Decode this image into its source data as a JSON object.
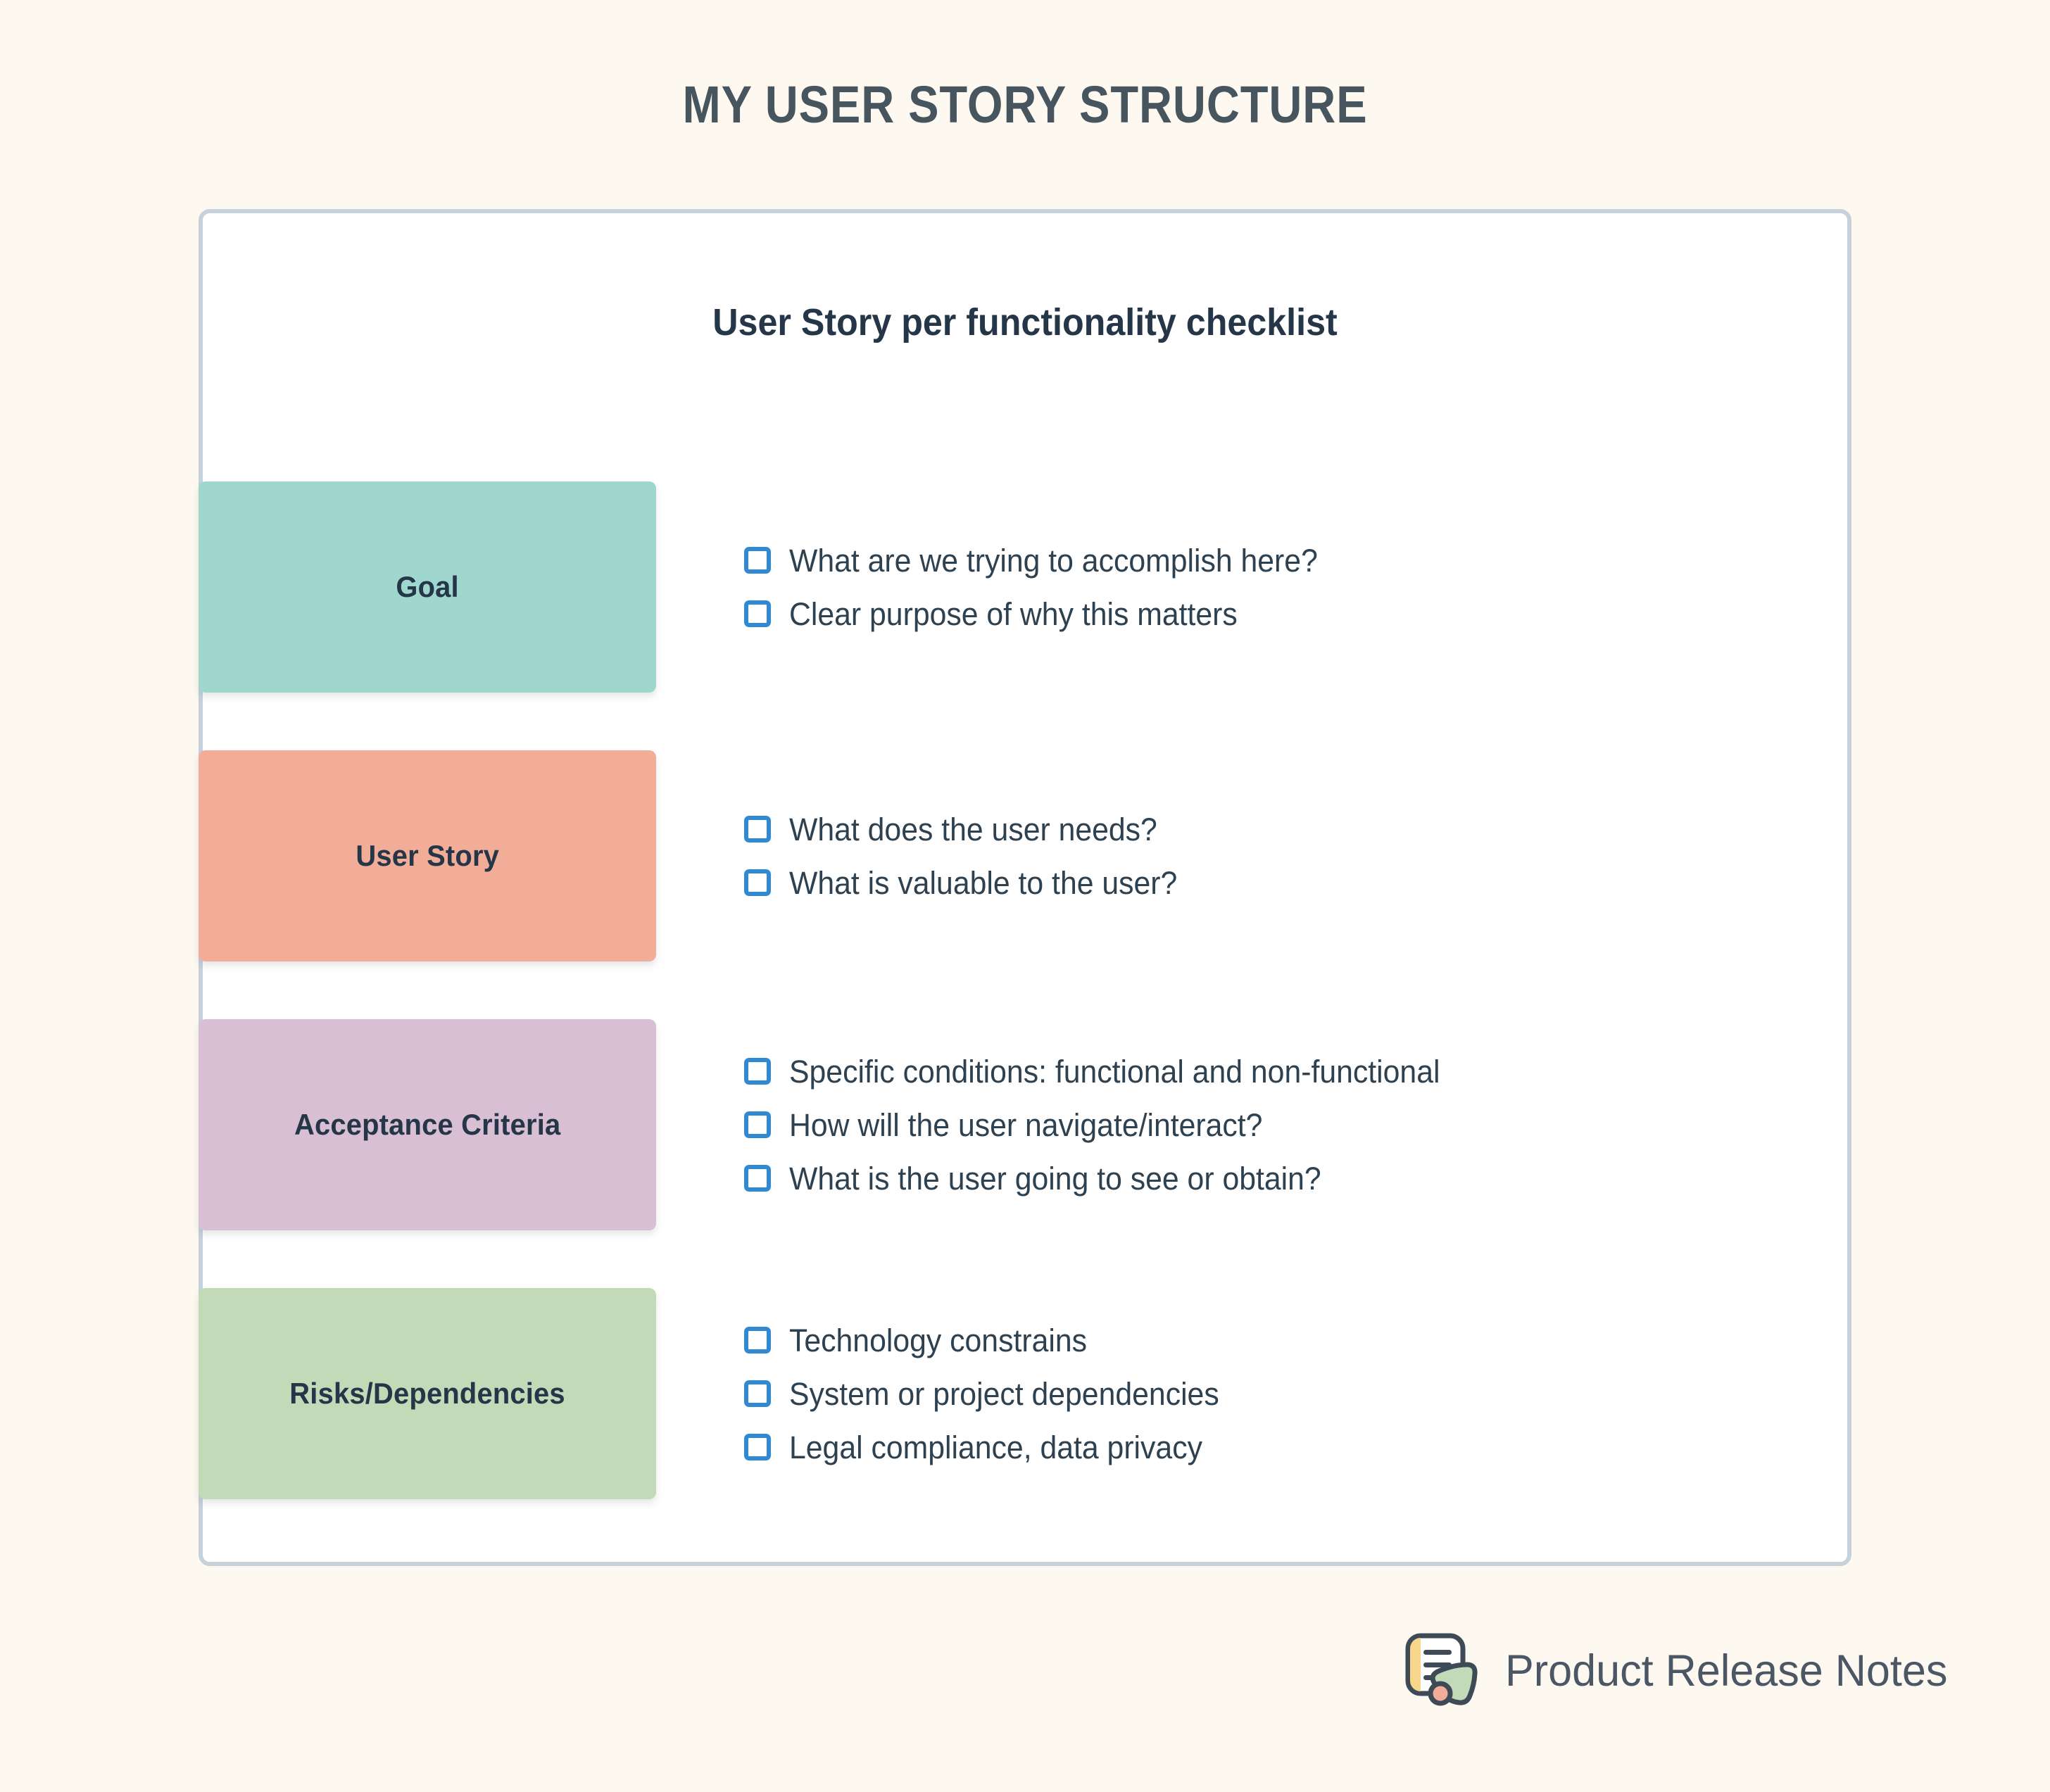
{
  "page": {
    "title": "MY USER STORY STRUCTURE",
    "background_color": "#FDF8F0",
    "text_color": "#47555F"
  },
  "card": {
    "heading": "User Story per functionality checklist",
    "background_color": "#FFFFFF",
    "border_color": "#C5D2DB"
  },
  "checkbox": {
    "state": "unchecked",
    "border_color": "#3089D4",
    "fill_color": "#FFFFFF"
  },
  "sections": [
    {
      "label": "Goal",
      "color": "#9FD6CE",
      "items": [
        "What are we trying to accomplish here?",
        "Clear purpose of why this matters"
      ]
    },
    {
      "label": "User Story",
      "color": "#F2AD98",
      "items": [
        "What does the user needs?",
        "What is valuable to the user?"
      ]
    },
    {
      "label": "Acceptance Criteria",
      "color": "#D8BFD3",
      "items": [
        "Specific conditions: functional and non-functional",
        "How will the user navigate/interact?",
        "What is the user going to see or obtain?"
      ]
    },
    {
      "label": "Risks/Dependencies",
      "color": "#C3DAB8",
      "items": [
        "Technology constrains",
        "System or project dependencies",
        "Legal compliance, data privacy"
      ]
    }
  ],
  "brand": {
    "name": "Product Release Notes",
    "icon": "note-document-icon",
    "icon_colors": {
      "outline": "#3E4A56",
      "paper": "#FFFFFF",
      "stripe": "#F7D58B",
      "bubble": "#C3DAB8",
      "dot": "#F2AD98"
    }
  }
}
